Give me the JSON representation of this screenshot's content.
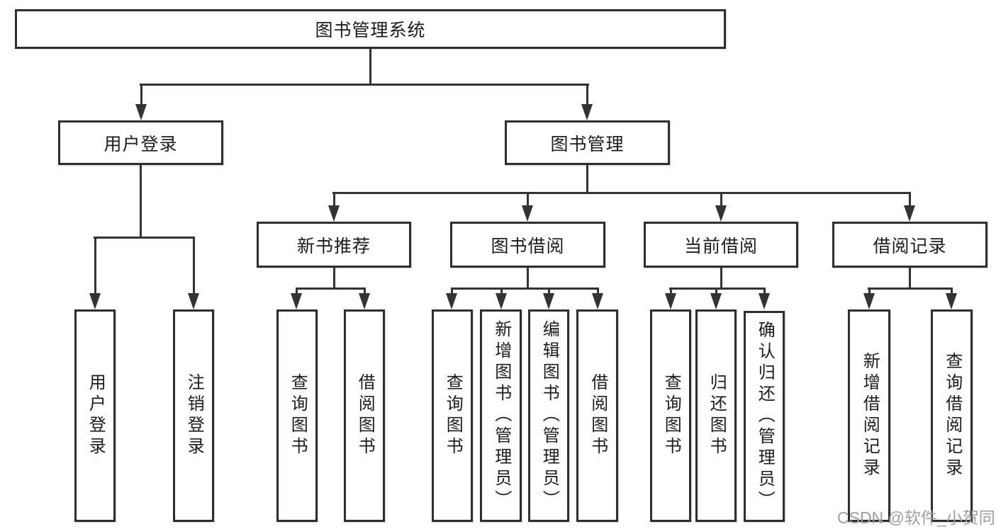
{
  "tree": {
    "label": "图书管理系统",
    "children": [
      {
        "label": "用户登录",
        "children": [
          {
            "label": "用户登录"
          },
          {
            "label": "注销登录"
          }
        ]
      },
      {
        "label": "图书管理",
        "children": [
          {
            "label": "新书推荐",
            "children": [
              {
                "label": "查询图书"
              },
              {
                "label": "借阅图书"
              }
            ]
          },
          {
            "label": "图书借阅",
            "children": [
              {
                "label": "查询图书"
              },
              {
                "label": "新增图书（管理员）"
              },
              {
                "label": "编辑图书（管理员）"
              },
              {
                "label": "借阅图书"
              }
            ]
          },
          {
            "label": "当前借阅",
            "children": [
              {
                "label": "查询图书"
              },
              {
                "label": "归还图书"
              },
              {
                "label": "确认归还（管理员）"
              }
            ]
          },
          {
            "label": "借阅记录",
            "children": [
              {
                "label": "新增借阅记录"
              },
              {
                "label": "查询借阅记录"
              }
            ]
          }
        ]
      }
    ]
  },
  "watermark": {
    "text": "CSDN @软件_小贺同学"
  },
  "colors": {
    "line": "#333333",
    "border": "#2e2e2e",
    "text": "#1c1c1c",
    "watermark": "#9f9f9f",
    "background": "#ffffff"
  }
}
